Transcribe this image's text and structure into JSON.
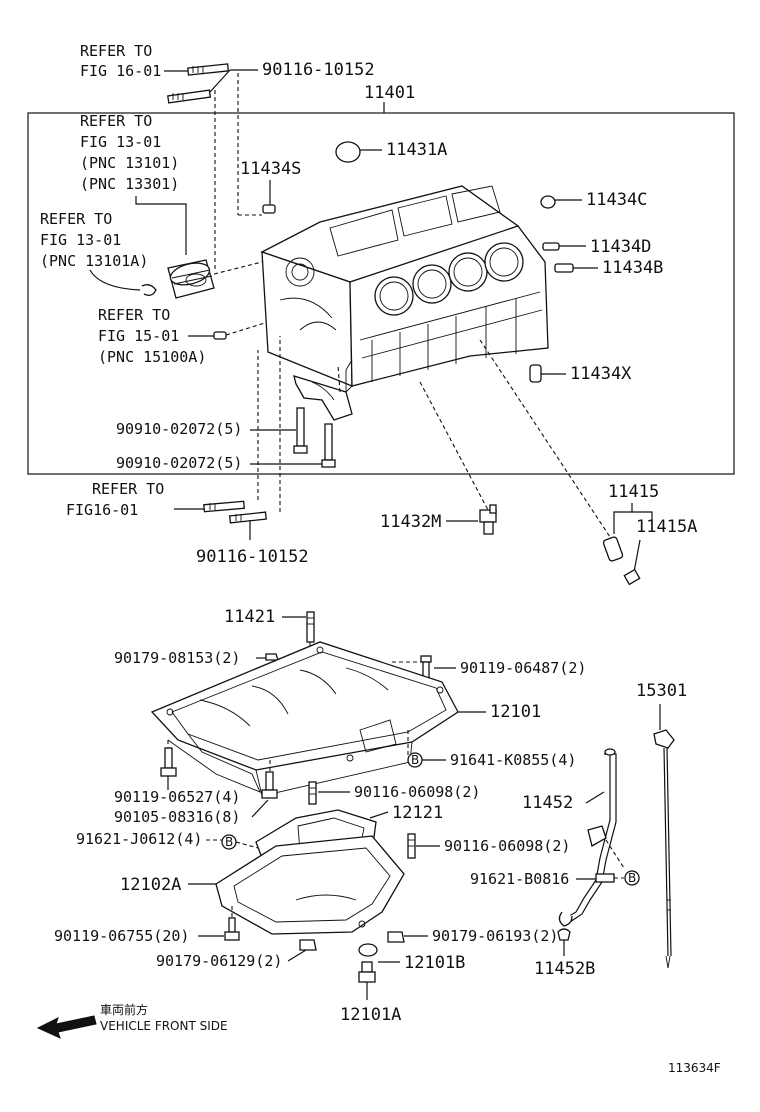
{
  "labels": {
    "refer_fig16_top": [
      "REFER TO",
      "FIG 16-01"
    ],
    "p90116_10152_top": "90116-10152",
    "p11401": "11401",
    "refer_fig13_top": [
      "REFER TO",
      "FIG 13-01",
      "(PNC 13101)",
      "(PNC 13301)"
    ],
    "p11434S": "11434S",
    "p11431A": "11431A",
    "p11434C": "11434C",
    "refer_fig13_a": [
      "REFER TO",
      "FIG 13-01",
      "(PNC 13101A)"
    ],
    "p11434D": "11434D",
    "p11434B": "11434B",
    "refer_fig15": [
      "REFER TO",
      "FIG 15-01",
      "(PNC 15100A)"
    ],
    "p11434X": "11434X",
    "p90910_a": "90910-02072(5)",
    "p90910_b": "90910-02072(5)",
    "refer_fig16_bottom": [
      "REFER TO",
      "FIG16-01"
    ],
    "p90116_10152_bottom": "90116-10152",
    "p11432M": "11432M",
    "p11415": "11415",
    "p11415A": "11415A",
    "p11421": "11421",
    "p90179_08153": "90179-08153(2)",
    "p90119_06487": "90119-06487(2)",
    "p15301": "15301",
    "p12101": "12101",
    "p91641": "91641-K0855(4)",
    "p90119_06527": "90119-06527(4)",
    "p90105_08316": "90105-08316(8)",
    "p90116_06098_a": "90116-06098(2)",
    "p12121": "12121",
    "p11452": "11452",
    "p91621_J0612": "91621-J0612(4)",
    "p90116_06098_b": "90116-06098(2)",
    "p91621_B0816": "91621-B0816",
    "p12102A": "12102A",
    "p90119_06755": "90119-06755(20)",
    "p90179_06193": "90179-06193(2)",
    "p90179_06129": "90179-06129(2)",
    "p12101B": "12101B",
    "p11452B": "11452B",
    "p12101A": "12101A",
    "marker_B": "B",
    "front_jp": "車両前方",
    "front_en": "VEHICLE FRONT SIDE",
    "figure_id": "113634F"
  }
}
